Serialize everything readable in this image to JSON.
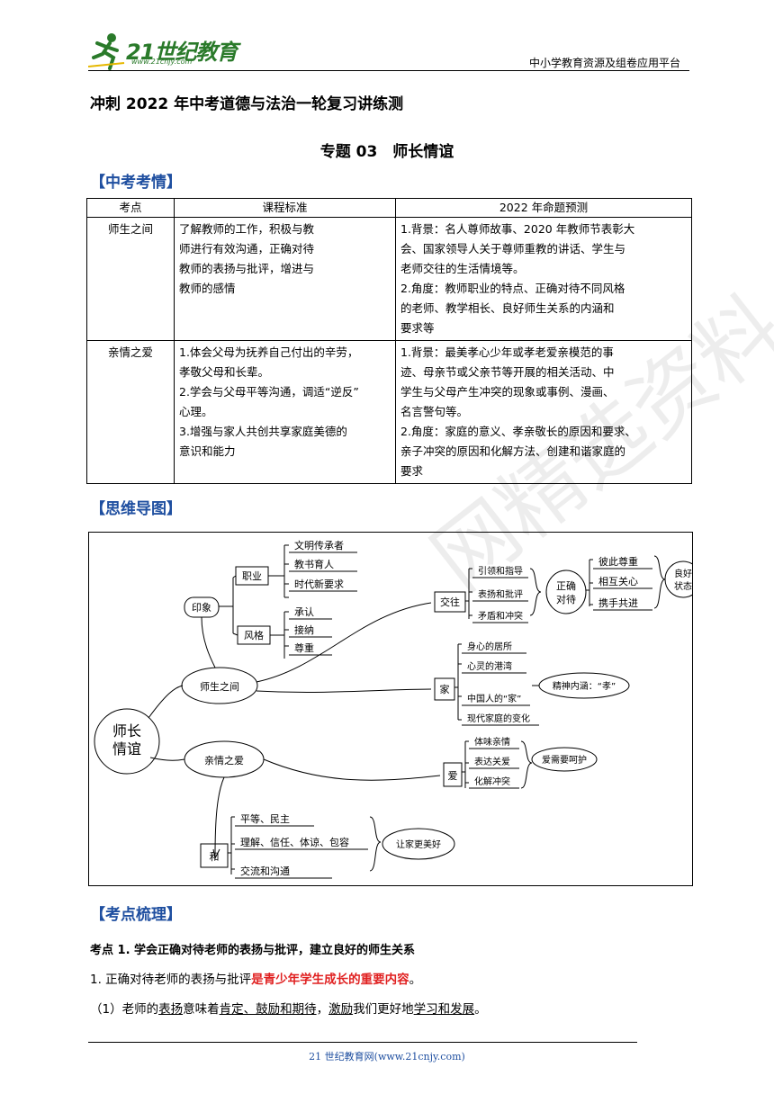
{
  "header": {
    "logo_text": "21世纪教育",
    "logo_url": "www.21cnjy.com",
    "platform": "中小学教育资源及组卷应用平台"
  },
  "title": "冲刺 2022 年中考道德与法治一轮复习讲练测",
  "subtitle": "专题 03　师长情谊",
  "sections": {
    "s1": "【中考考情】",
    "s2": "【思维导图】",
    "s3": "【考点梳理】"
  },
  "table": {
    "headers": [
      "考点",
      "课程标准",
      "2022 年命题预测"
    ],
    "rows": [
      {
        "point": "师生之间",
        "standard": [
          "了解教师的工作，积极与教",
          "师进行有效沟通，正确对待",
          "教师的表扬与批评，增进与",
          "教师的感情"
        ],
        "forecast": [
          "1.背景：名人尊师故事、2020 年教师节表彰大",
          "会、国家领导人关于尊师重教的讲话、学生与",
          "老师交往的生活情境等。",
          "2.角度：教师职业的特点、正确对待不同风格",
          "的老师、教学相长、良好师生关系的内涵和",
          "要求等"
        ]
      },
      {
        "point": "亲情之爱",
        "standard": [
          "1.体会父母为抚养自己付出的辛劳，",
          "孝敬父母和长辈。",
          "2.学会与父母平等沟通，调适“逆反”",
          "心理。",
          "3.增强与家人共创共享家庭美德的",
          "意识和能力"
        ],
        "forecast": [
          "1.背景：最美孝心少年或孝老爱亲模范的事",
          "迹、母亲节或父亲节等开展的相关活动、中",
          "学生与父母产生冲突的现象或事例、漫画、",
          "名言警句等。",
          "2.角度：家庭的意义、孝亲敬长的原因和要求、",
          "亲子冲突的原因和化解方法、创建和谐家庭的",
          "要求"
        ]
      }
    ]
  },
  "mindmap": {
    "center": [
      "师长",
      "情谊"
    ],
    "branch1": "师生之间",
    "branch2": "亲情之爱",
    "yinxiang": "印象",
    "zhiye": "职业",
    "zhiye_items": [
      "文明传承者",
      "教书育人",
      "时代新要求"
    ],
    "fengge": "风格",
    "fengge_items": [
      "承认",
      "接纳",
      "尊重"
    ],
    "jiaowang": "交往",
    "jiaowang_items": [
      "引领和指导",
      "表扬和批评",
      "矛盾和冲突"
    ],
    "zhengque": [
      "正确",
      "对待"
    ],
    "zhengque_items": [
      "彼此尊重",
      "相互关心",
      "携手共进"
    ],
    "lianghao": [
      "良好",
      "状态"
    ],
    "jia": "家",
    "jia_items": [
      "身心的居所",
      "心灵的港湾",
      "中国人的“家”",
      "现代家庭的变化"
    ],
    "jingshen": "精神内涵：“孝”",
    "ai": "爱",
    "ai_items": [
      "体味亲情",
      "表达关爱",
      "化解冲突"
    ],
    "aixuyao": "爱需要呵护",
    "he": "和",
    "he_items": [
      "平等、民主",
      "理解、信任、体谅、包容",
      "交流和沟通"
    ],
    "rangjia": "让家更美好"
  },
  "kaodian": {
    "heading": "考点 1. 学会正确对待老师的表扬与批评，建立良好的师生关系",
    "p1_a": "1. 正确对待老师的表扬与批评",
    "p1_b": "是青少年学生成长的重要内容",
    "p1_c": "。",
    "p2_a": "（1）老师的",
    "p2_b": "表扬",
    "p2_c": "意味着",
    "p2_d": "肯定、鼓励和期待",
    "p2_e": "，",
    "p2_f": "激励",
    "p2_g": "我们更好地",
    "p2_h": "学习和发展",
    "p2_i": "。"
  },
  "footer": "21 世纪教育网(www.21cnjy.com)",
  "watermark": "网精选资料"
}
